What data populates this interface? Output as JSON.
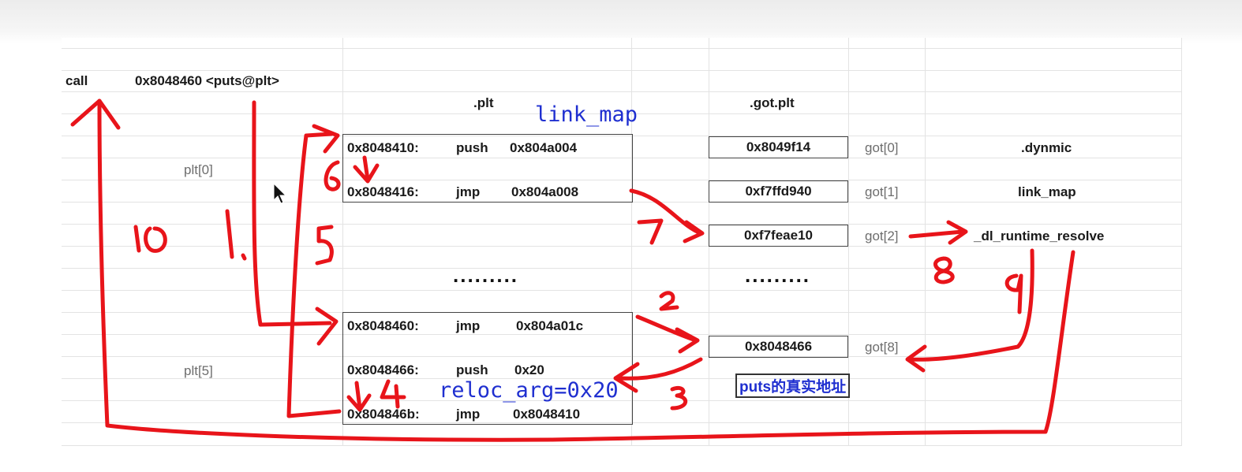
{
  "call_line": {
    "mnemonic": "call",
    "target": "0x8048460 <puts@plt>"
  },
  "headers": {
    "plt": ".plt",
    "gotplt": ".got.plt"
  },
  "row_labels": {
    "plt0": "plt[0]",
    "plt5": "plt[5]"
  },
  "plt0": [
    {
      "addr": "0x8048410:",
      "op": "push",
      "arg": "0x804a004"
    },
    {
      "addr": "0x8048416:",
      "op": "jmp",
      "arg": "0x804a008"
    }
  ],
  "plt5": [
    {
      "addr": "0x8048460:",
      "op": "jmp",
      "arg": "0x804a01c"
    },
    {
      "addr": "0x8048466:",
      "op": "push",
      "arg": "0x20"
    },
    {
      "addr": "0x804846b:",
      "op": "jmp",
      "arg": "0x8048410"
    }
  ],
  "ellipsis": ".........",
  "got_entries": [
    {
      "value": "0x8049f14",
      "label": "got[0]",
      "meaning": ".dynmic"
    },
    {
      "value": "0xf7ffd940",
      "label": "got[1]",
      "meaning": "link_map"
    },
    {
      "value": "0xf7feae10",
      "label": "got[2]",
      "meaning": "_dl_runtime_resolve"
    },
    {
      "value": "0x8048466",
      "label": "got[8]",
      "meaning": ""
    }
  ],
  "annotations": {
    "link_map": "link_map",
    "reloc_arg": "reloc_arg=0x20",
    "puts_real_addr": "puts的真实地址"
  },
  "step_numbers": [
    "1.",
    "2",
    "3",
    "4",
    "5",
    "6",
    "7",
    "8",
    "9",
    "10"
  ],
  "colors": {
    "ink": "#e8141a",
    "annotation": "#1f2fd0",
    "grid": "#e3e3e3"
  }
}
